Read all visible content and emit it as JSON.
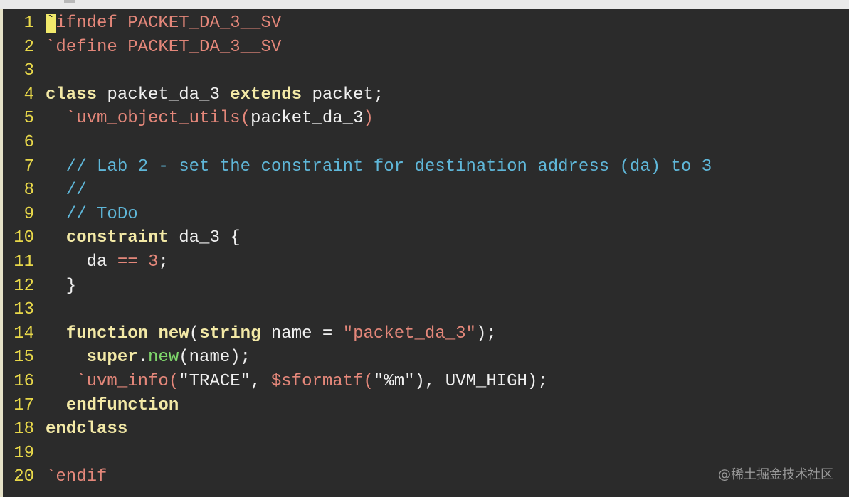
{
  "window": {
    "watermark": "@稀土掘金技术社区"
  },
  "colors": {
    "background": "#2b2b2b",
    "line_number": "#e8d84a",
    "keyword": "#f3e9a6",
    "preprocessor": "#e4877a",
    "comment": "#5fb7d9",
    "function": "#7ed66b",
    "cursor": "#f1e96b"
  },
  "editor": {
    "lines": [
      {
        "num": "1",
        "tokens": [
          {
            "t": "`",
            "c": "cursor"
          },
          {
            "t": "ifndef PACKET_DA_3__SV",
            "c": "pp"
          }
        ]
      },
      {
        "num": "2",
        "tokens": [
          {
            "t": "`define PACKET_DA_3__SV",
            "c": "pp"
          }
        ]
      },
      {
        "num": "3",
        "tokens": []
      },
      {
        "num": "4",
        "tokens": [
          {
            "t": "class",
            "c": "kw"
          },
          {
            "t": " packet_da_3 ",
            "c": "norm"
          },
          {
            "t": "extends",
            "c": "kw"
          },
          {
            "t": " packet;",
            "c": "norm"
          }
        ]
      },
      {
        "num": "5",
        "tokens": [
          {
            "t": "  `uvm_object_utils(",
            "c": "pp"
          },
          {
            "t": "packet_da_3",
            "c": "norm"
          },
          {
            "t": ")",
            "c": "pp"
          }
        ]
      },
      {
        "num": "6",
        "tokens": []
      },
      {
        "num": "7",
        "tokens": [
          {
            "t": "  // Lab 2 - set the constraint for destination address (da) to 3",
            "c": "cm"
          }
        ]
      },
      {
        "num": "8",
        "tokens": [
          {
            "t": "  //",
            "c": "cm"
          }
        ]
      },
      {
        "num": "9",
        "tokens": [
          {
            "t": "  // ToDo",
            "c": "cm"
          }
        ]
      },
      {
        "num": "10",
        "tokens": [
          {
            "t": "  ",
            "c": "norm"
          },
          {
            "t": "constraint",
            "c": "kw"
          },
          {
            "t": " da_3 {",
            "c": "norm"
          }
        ]
      },
      {
        "num": "11",
        "tokens": [
          {
            "t": "    da ",
            "c": "norm"
          },
          {
            "t": "==",
            "c": "pp"
          },
          {
            "t": " ",
            "c": "norm"
          },
          {
            "t": "3",
            "c": "num"
          },
          {
            "t": ";",
            "c": "norm"
          }
        ]
      },
      {
        "num": "12",
        "tokens": [
          {
            "t": "  }",
            "c": "norm"
          }
        ]
      },
      {
        "num": "13",
        "tokens": []
      },
      {
        "num": "14",
        "tokens": [
          {
            "t": "  ",
            "c": "norm"
          },
          {
            "t": "function",
            "c": "kw"
          },
          {
            "t": " ",
            "c": "norm"
          },
          {
            "t": "new",
            "c": "kw"
          },
          {
            "t": "(",
            "c": "norm"
          },
          {
            "t": "string",
            "c": "kw"
          },
          {
            "t": " name = ",
            "c": "norm"
          },
          {
            "t": "\"packet_da_3\"",
            "c": "str"
          },
          {
            "t": ");",
            "c": "norm"
          }
        ]
      },
      {
        "num": "15",
        "tokens": [
          {
            "t": "    ",
            "c": "norm"
          },
          {
            "t": "super",
            "c": "kw"
          },
          {
            "t": ".",
            "c": "norm"
          },
          {
            "t": "new",
            "c": "fn"
          },
          {
            "t": "(name);",
            "c": "norm"
          }
        ]
      },
      {
        "num": "16",
        "tokens": [
          {
            "t": "   `uvm_info(",
            "c": "pp"
          },
          {
            "t": "\"TRACE\", ",
            "c": "norm"
          },
          {
            "t": "$sformatf(",
            "c": "pp"
          },
          {
            "t": "\"%m\"), UVM_HIGH);",
            "c": "norm"
          }
        ]
      },
      {
        "num": "17",
        "tokens": [
          {
            "t": "  ",
            "c": "norm"
          },
          {
            "t": "endfunction",
            "c": "kw"
          }
        ]
      },
      {
        "num": "18",
        "tokens": [
          {
            "t": "endclass",
            "c": "kw"
          }
        ]
      },
      {
        "num": "19",
        "tokens": []
      },
      {
        "num": "20",
        "tokens": [
          {
            "t": "`endif",
            "c": "pp"
          }
        ]
      }
    ]
  }
}
